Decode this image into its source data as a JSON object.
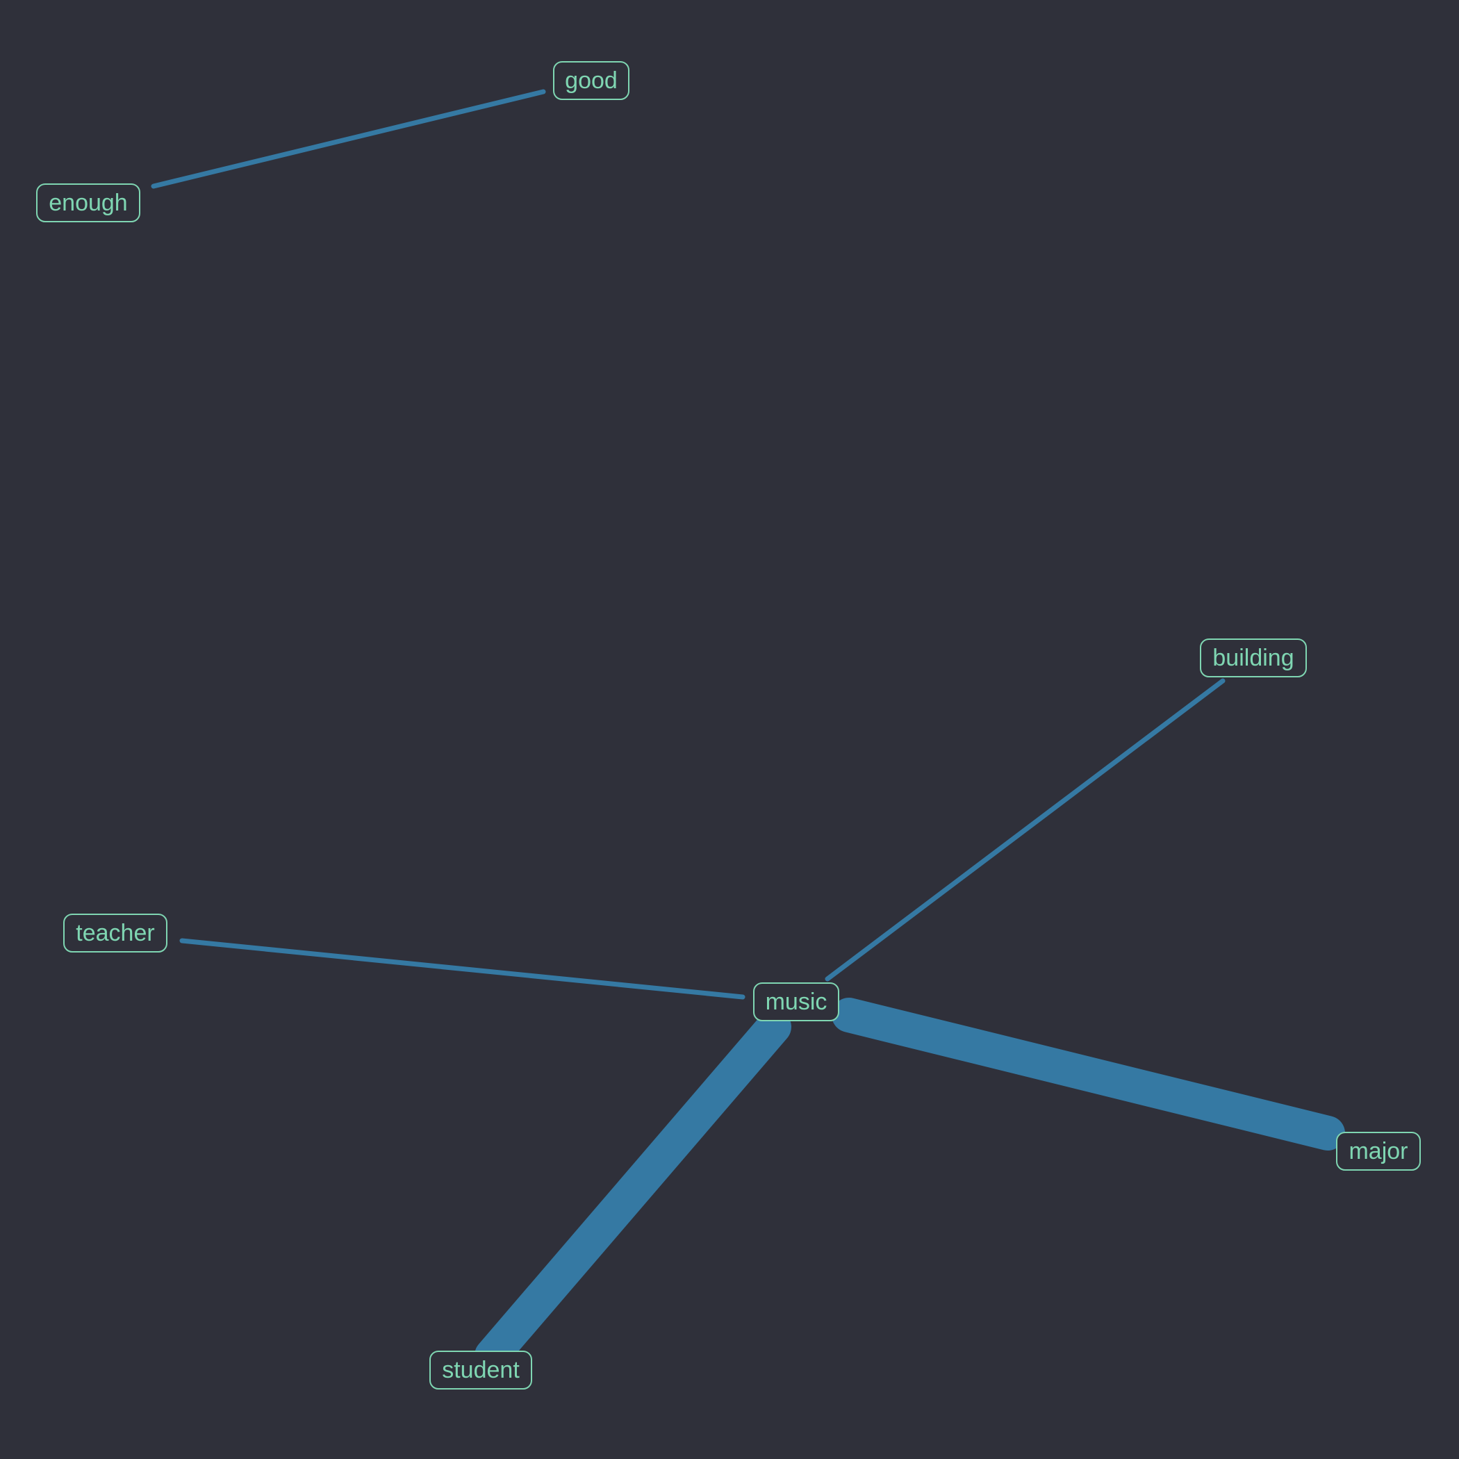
{
  "colors": {
    "background": "#2f303a",
    "edge": "#3579a3",
    "node_text": "#7fd6b2",
    "node_border": "#7fd6b2"
  },
  "nodes": [
    {
      "id": "good",
      "label": "good"
    },
    {
      "id": "enough",
      "label": "enough"
    },
    {
      "id": "building",
      "label": "building"
    },
    {
      "id": "teacher",
      "label": "teacher"
    },
    {
      "id": "music",
      "label": "music"
    },
    {
      "id": "major",
      "label": "major"
    },
    {
      "id": "student",
      "label": "student"
    }
  ],
  "edges": [
    {
      "source": "enough",
      "target": "good",
      "weight": 1
    },
    {
      "source": "music",
      "target": "building",
      "weight": 1
    },
    {
      "source": "teacher",
      "target": "music",
      "weight": 1
    },
    {
      "source": "music",
      "target": "major",
      "weight": 8
    },
    {
      "source": "music",
      "target": "student",
      "weight": 8
    }
  ]
}
